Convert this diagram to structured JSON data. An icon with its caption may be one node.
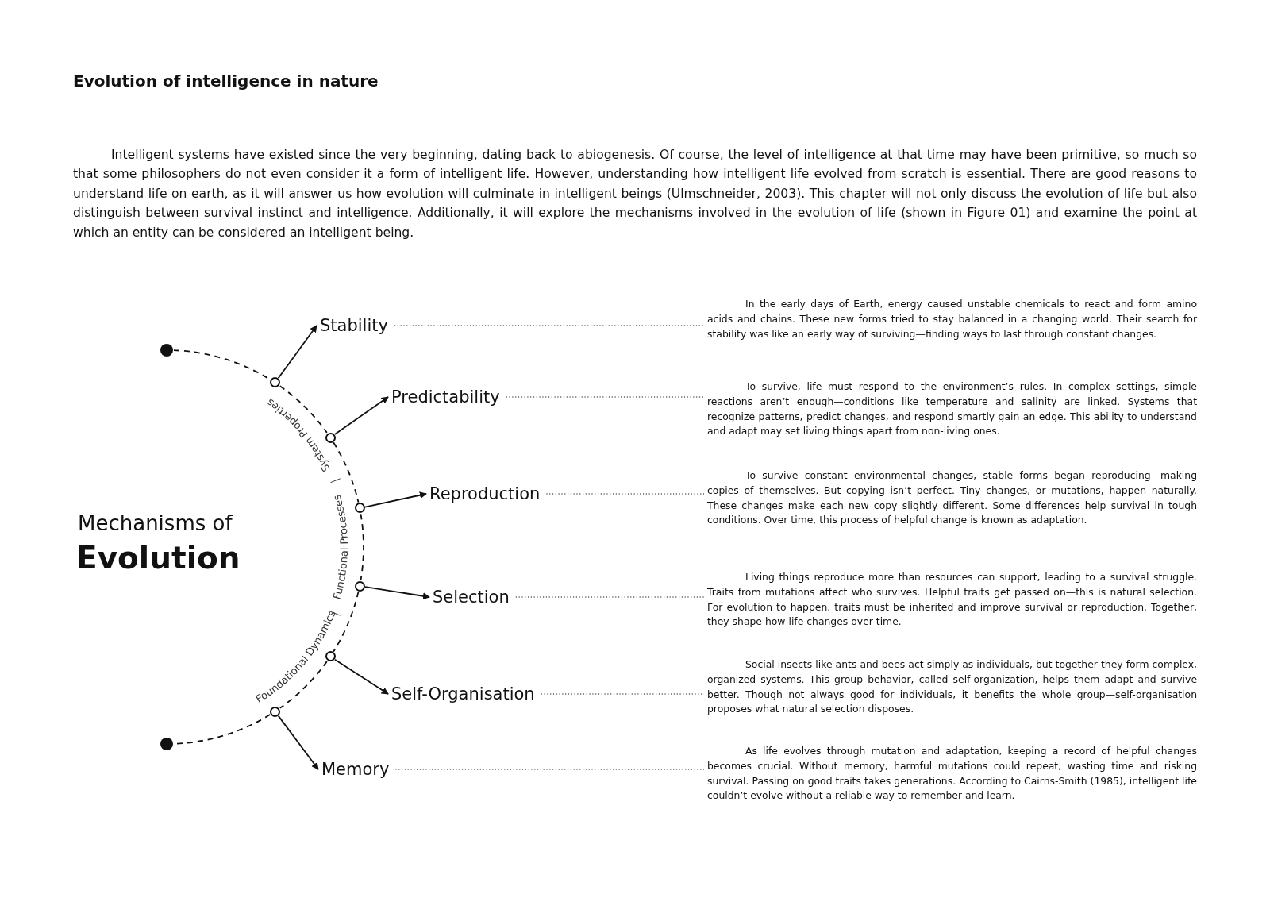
{
  "diagram": {
    "title": "Evolution of intelligence in nature",
    "nodes": [
      {
        "text": [],
        "shape": "circle"
      },
      {
        "text": [],
        "shape": "circle"
      },
      {
        "text": [],
        "shape": "circle"
      },
      {
        "text": [],
        "shape": "circle"
      },
      {
        "text": [],
        "shape": "circle"
      },
      {
        "text": [],
        "shape": "circle"
      },
      {
        "text": [],
        "shape": "circle"
      },
      {
        "text": [],
        "shape": "circle"
      },
      {
        "text": [
          "Stability"
        ]
      },
      {
        "text": [
          "Predictability"
        ]
      },
      {
        "text": [
          "Reproduction"
        ]
      },
      {
        "text": [
          "Selection"
        ]
      },
      {
        "text": [
          "Self-Organisation"
        ]
      },
      {
        "text": [
          "Memory"
        ]
      },
      {
        "text": [
          "In the early days of Earth, energy caused unstable chemicals to react and form amino acids and chains. These new forms tried to stay balanced in a changing world. Their search for stability was like an early way of surviving—finding ways to last through constant changes."
        ]
      },
      {
        "text": [
          "To survive, life must respond to the environment’s rules. In complex settings, simple reactions aren’t enough—conditions like temperature and salinity are linked. Systems that recognize patterns, predict changes, and respond smartly gain an edge. This ability to understand and adapt may set living things apart from non-living ones."
        ]
      },
      {
        "text": [
          "To survive constant environmental changes, stable forms began reproducing—making copies of themselves. But copying isn’t perfect. Tiny changes, or mutations, happen naturally. These changes make each new copy slightly different. Some differences help survival in tough conditions. Over time, this process of helpful change is known as adaptation."
        ]
      },
      {
        "text": [
          "Living things reproduce more than resources can support, leading to a survival struggle. Traits from mutations affect who survives. Helpful traits get passed on—this is natural selection. For evolution to happen, traits must be inherited and improve survival or reproduction. Together, they shape how life changes over time."
        ]
      },
      {
        "text": [
          "Social insects like ants and bees act simply as individuals, but together they form complex, organized systems. This group behavior, called self-organization, helps them adapt and survive better. Though not always good for individuals, it benefits the whole group—self-organisation proposes what natural selection disposes."
        ]
      },
      {
        "text": [
          "As life evolves through mutation and adaptation, keeping a record of helpful changes becomes crucial. Without memory, harmful mutations could repeat, wasting time and risking survival. Passing on good traits takes generations. According to Cairns-Smith (1985), intelligent life couldn’t evolve without a reliable way to remember and learn."
        ]
      }
    ],
    "edges": [
      {
        "from": 0,
        "to": 1,
        "arrow": "none",
        "style": "dashed"
      },
      {
        "from": 1,
        "to": 2,
        "arrow": "none",
        "style": "dashed"
      },
      {
        "from": 2,
        "to": 3,
        "arrow": "none",
        "style": "dashed"
      },
      {
        "from": 3,
        "to": 4,
        "arrow": "none",
        "style": "dashed"
      },
      {
        "from": 4,
        "to": 5,
        "arrow": "none",
        "style": "dashed"
      },
      {
        "from": 5,
        "to": 6,
        "arrow": "none",
        "style": "dashed"
      },
      {
        "from": 6,
        "to": 7,
        "arrow": "none",
        "style": "dashed"
      },
      {
        "from": 1,
        "to": 8,
        "arrow": "to"
      },
      {
        "from": 2,
        "to": 9,
        "arrow": "to"
      },
      {
        "from": 3,
        "to": 10,
        "arrow": "to"
      },
      {
        "from": 4,
        "to": 11,
        "arrow": "to"
      },
      {
        "from": 5,
        "to": 12,
        "arrow": "to"
      },
      {
        "from": 6,
        "to": 13,
        "arrow": "to"
      },
      {
        "from": 8,
        "to": 14,
        "arrow": "none",
        "style": "dashed"
      },
      {
        "from": 9,
        "to": 15,
        "arrow": "none",
        "style": "dashed"
      },
      {
        "from": 10,
        "to": 16,
        "arrow": "none",
        "style": "dashed"
      },
      {
        "from": 11,
        "to": 17,
        "arrow": "none",
        "style": "dashed"
      },
      {
        "from": 12,
        "to": 18,
        "arrow": "none",
        "style": "dashed"
      },
      {
        "from": 13,
        "to": 19,
        "arrow": "none",
        "style": "dashed"
      }
    ],
    "labels": [
      "Intelligent systems have existed since the very beginning, dating back to abiogenesis. Of course, the level of intelligence at that time may have been primitive, so much so that some philosophers do not even consider it a form of intelligent life. However, understanding how intelligent life evolved from scratch is essential. There are good reasons to understand life on earth, as it will answer us how evolution will culminate in intelligent beings (Ulmschneider, 2003). This chapter will not only discuss the evolution of life but also distinguish between survival instinct and intelligence. Additionally, it will explore the mechanisms involved in the evolution of life (shown in Figure 01) and examine the point at which an entity can be considered an intelligent being.",
      "Mechanisms of",
      "Evolution",
      "Foundational Dynamics",
      "Functional Processes",
      "System Properties"
    ]
  }
}
